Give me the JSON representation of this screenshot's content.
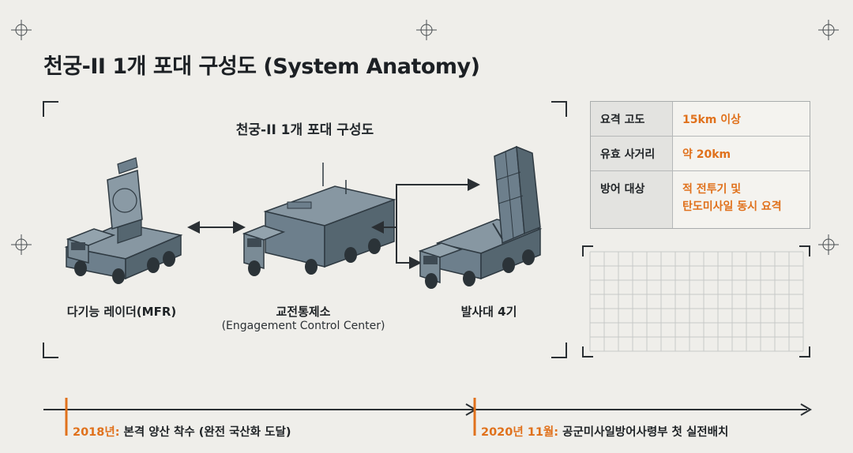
{
  "page": {
    "title": "천궁-II 1개 포대 구성도 (System Anatomy)"
  },
  "diagram": {
    "title": "천궁-II 1개 포대 구성도",
    "units": [
      {
        "label": "다기능 레이더(MFR)",
        "sub": ""
      },
      {
        "label": "교전통제소",
        "sub": "(Engagement Control Center)"
      },
      {
        "label": "발사대 4기",
        "sub": ""
      }
    ]
  },
  "specs": [
    {
      "key": "요격 고도",
      "value": "15km 이상"
    },
    {
      "key": "유효 사거리",
      "value": "약 20km"
    },
    {
      "key": "방어 대상",
      "value_line1": "적 전투기 및",
      "value_line2": "탄도미사일 동시 요격"
    }
  ],
  "timeline": [
    {
      "year": "2018년:",
      "text": " 본격 양산 착수 (완전 국산화 도달)"
    },
    {
      "year": "2020년 11월:",
      "text": " 공군미사일방어사령부 첫 실전배치"
    }
  ],
  "colors": {
    "accent": "#e0711c",
    "vehicle": "#6d7f8c",
    "vehicle_dark": "#3e4a53",
    "background": "#efeeea"
  }
}
